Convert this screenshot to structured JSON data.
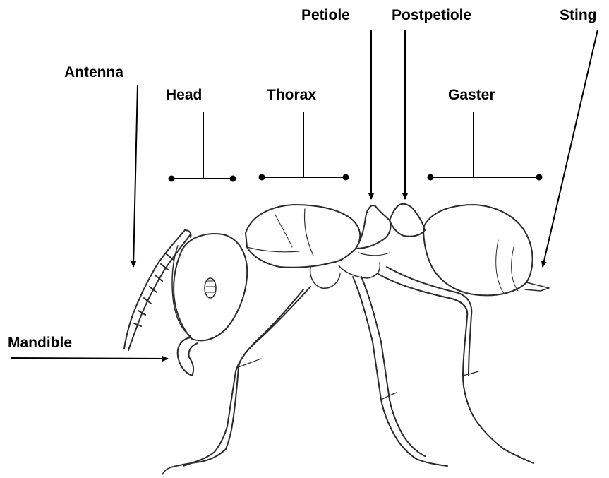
{
  "labels": {
    "antenna": "Antenna",
    "head": "Head",
    "thorax": "Thorax",
    "petiole": "Petiole",
    "postpetiole": "Postpetiole",
    "gaster": "Gaster",
    "sting": "Sting",
    "mandible": "Mandible"
  },
  "colors": {
    "ink": "#000000",
    "background": "#ffffff",
    "outline": "#2a2a2a"
  }
}
